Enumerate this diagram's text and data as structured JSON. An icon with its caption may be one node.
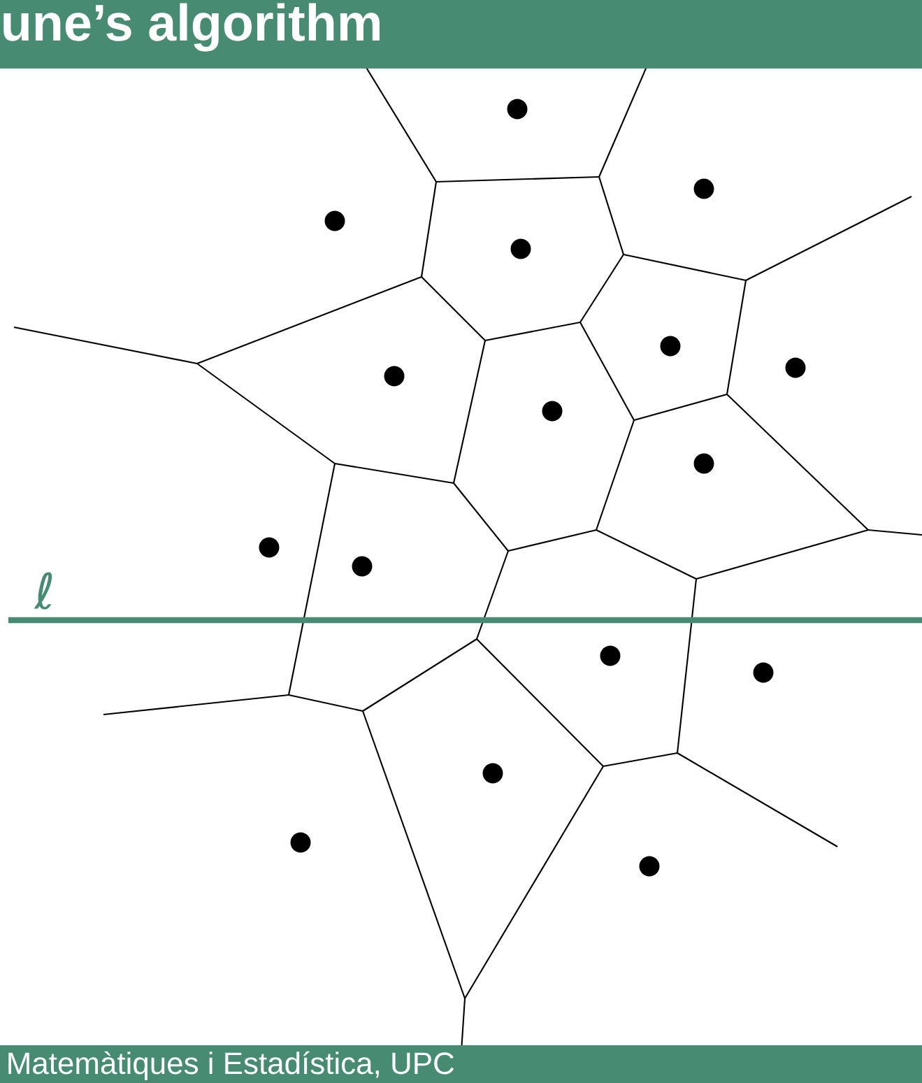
{
  "diagram": {
    "title": "une’s algorithm",
    "labels": [
      "ℓ",
      "Matemàtiques i Estadística, UPC"
    ]
  }
}
